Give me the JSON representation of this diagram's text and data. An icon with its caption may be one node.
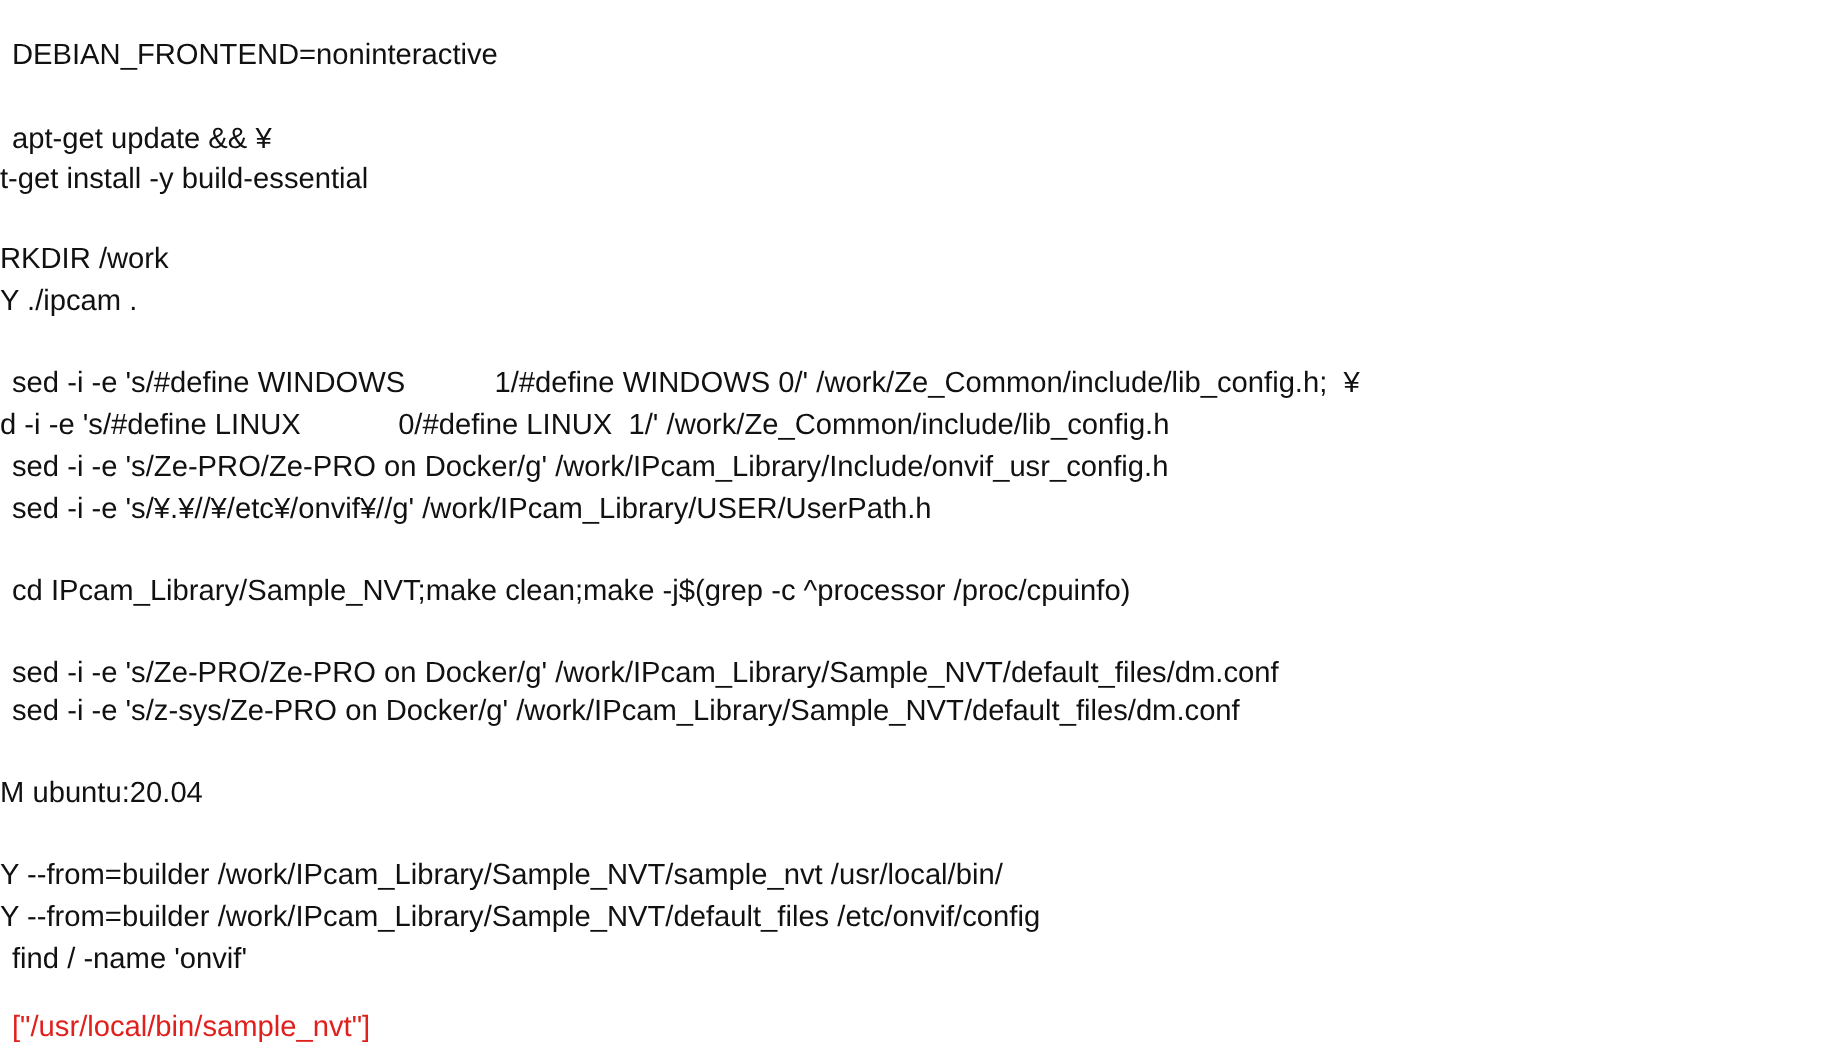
{
  "diagram": {
    "labels": [
      "DEBIAN_FRONTEND=noninteractive",
      "apt-get update && ¥",
      "t-get install -y build-essential",
      "RKDIR /work",
      "Y ./ipcam .",
      "sed -i -e 's/#define WINDOWS           1/#define WINDOWS 0/' /work/Ze_Common/include/lib_config.h;  ¥",
      "d -i -e 's/#define LINUX            0/#define LINUX  1/' /work/Ze_Common/include/lib_config.h",
      "sed -i -e 's/Ze-PRO/Ze-PRO on Docker/g' /work/IPcam_Library/Include/onvif_usr_config.h",
      "sed -i -e 's/¥.¥//¥/etc¥/onvif¥//g' /work/IPcam_Library/USER/UserPath.h",
      "cd IPcam_Library/Sample_NVT;make clean;make -j$(grep -c ^processor /proc/cpuinfo)",
      "sed -i -e 's/Ze-PRO/Ze-PRO on Docker/g' /work/IPcam_Library/Sample_NVT/default_files/dm.conf",
      "sed -i -e 's/z-sys/Ze-PRO on Docker/g' /work/IPcam_Library/Sample_NVT/default_files/dm.conf",
      "M ubuntu:20.04",
      "Y --from=builder /work/IPcam_Library/Sample_NVT/sample_nvt /usr/local/bin/",
      "Y --from=builder /work/IPcam_Library/Sample_NVT/default_files /etc/onvif/config",
      "find / -name 'onvif'",
      "[\"/usr/local/bin/sample_nvt\"]"
    ]
  }
}
